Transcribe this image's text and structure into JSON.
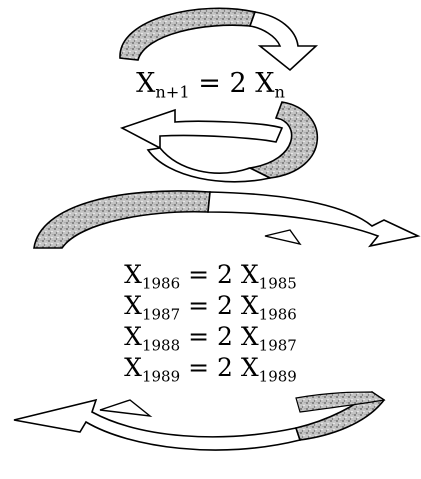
{
  "colors": {
    "ink": "#000000",
    "speckle_fill": "#bdbdbd",
    "hollow_fill": "#ffffff"
  },
  "top_cycle": {
    "equation": {
      "lhs_var": "X",
      "lhs_sub": "n+1",
      "equals": "=",
      "coef": "2",
      "rhs_var": "X",
      "rhs_sub": "n"
    }
  },
  "year_equations": [
    {
      "lhs_var": "X",
      "lhs_sub": "1986",
      "equals": "=",
      "coef": "2",
      "rhs_var": "X",
      "rhs_sub": "1985"
    },
    {
      "lhs_var": "X",
      "lhs_sub": "1987",
      "equals": "=",
      "coef": "2",
      "rhs_var": "X",
      "rhs_sub": "1986"
    },
    {
      "lhs_var": "X",
      "lhs_sub": "1988",
      "equals": "=",
      "coef": "2",
      "rhs_var": "X",
      "rhs_sub": "1987"
    },
    {
      "lhs_var": "X",
      "lhs_sub": "1989",
      "equals": "=",
      "coef": "2",
      "rhs_var": "X",
      "rhs_sub": "1989"
    }
  ]
}
